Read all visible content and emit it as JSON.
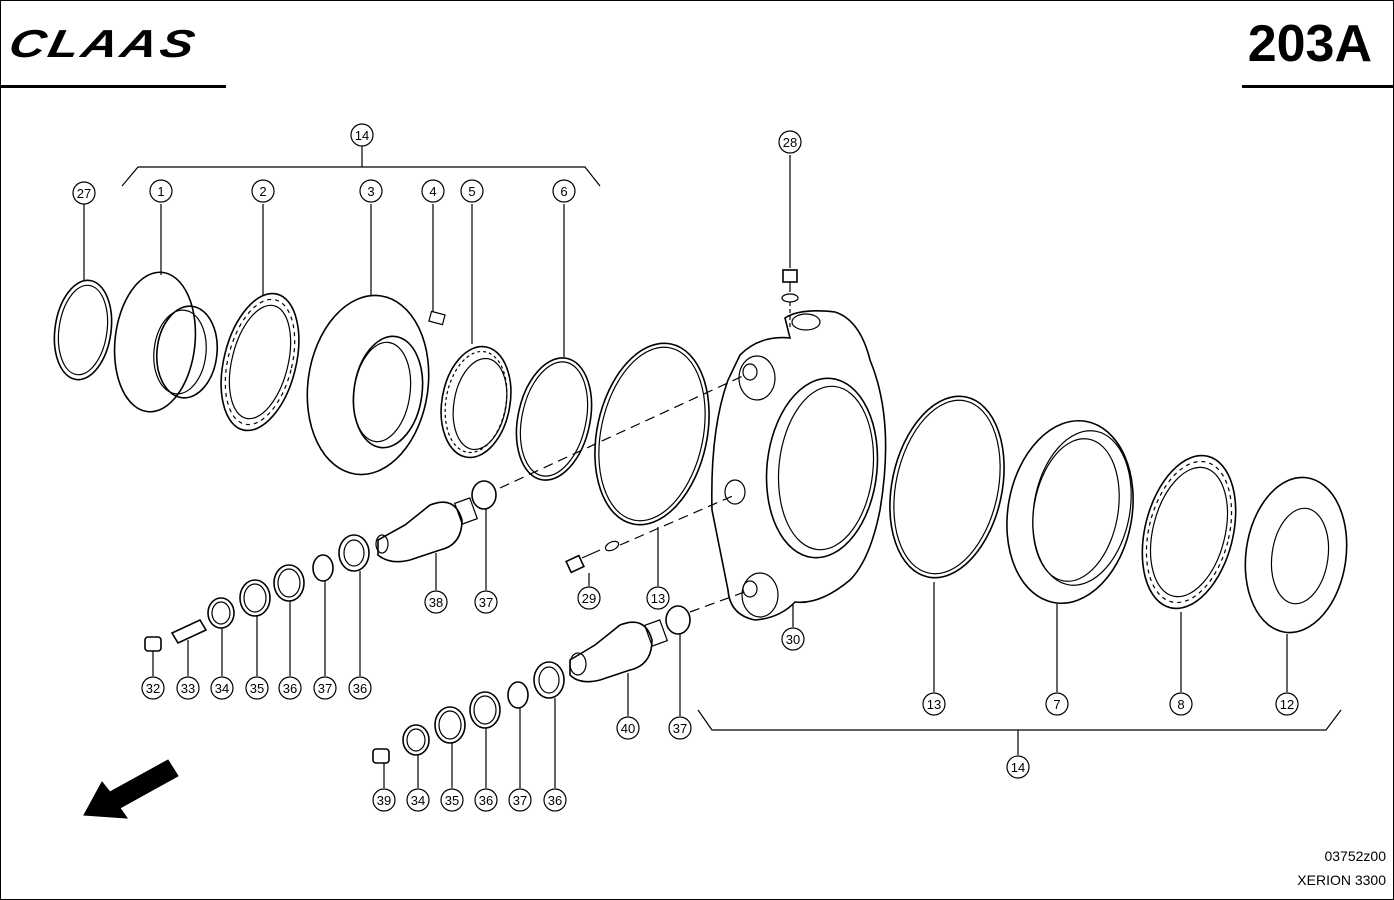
{
  "header": {
    "brand": "CLAAS",
    "page_number": "203A"
  },
  "footer": {
    "drawing_number": "03752z00",
    "model": "XERION 3300"
  },
  "callouts": [
    {
      "id": "c14a",
      "label": "14"
    },
    {
      "id": "c27",
      "label": "27"
    },
    {
      "id": "c1",
      "label": "1"
    },
    {
      "id": "c2",
      "label": "2"
    },
    {
      "id": "c3",
      "label": "3"
    },
    {
      "id": "c4",
      "label": "4"
    },
    {
      "id": "c5",
      "label": "5"
    },
    {
      "id": "c6",
      "label": "6"
    },
    {
      "id": "c28",
      "label": "28"
    },
    {
      "id": "c38",
      "label": "38"
    },
    {
      "id": "c37a",
      "label": "37"
    },
    {
      "id": "c29",
      "label": "29"
    },
    {
      "id": "c13a",
      "label": "13"
    },
    {
      "id": "c30",
      "label": "30"
    },
    {
      "id": "c32",
      "label": "32"
    },
    {
      "id": "c33",
      "label": "33"
    },
    {
      "id": "c34a",
      "label": "34"
    },
    {
      "id": "c35a",
      "label": "35"
    },
    {
      "id": "c36a",
      "label": "36"
    },
    {
      "id": "c37b",
      "label": "37"
    },
    {
      "id": "c36b",
      "label": "36"
    },
    {
      "id": "c40",
      "label": "40"
    },
    {
      "id": "c37c",
      "label": "37"
    },
    {
      "id": "c13b",
      "label": "13"
    },
    {
      "id": "c7",
      "label": "7"
    },
    {
      "id": "c8",
      "label": "8"
    },
    {
      "id": "c12",
      "label": "12"
    },
    {
      "id": "c14b",
      "label": "14"
    },
    {
      "id": "c39",
      "label": "39"
    },
    {
      "id": "c34b",
      "label": "34"
    },
    {
      "id": "c35b",
      "label": "35"
    },
    {
      "id": "c36c",
      "label": "36"
    },
    {
      "id": "c37d",
      "label": "37"
    },
    {
      "id": "c36d",
      "label": "36"
    }
  ]
}
